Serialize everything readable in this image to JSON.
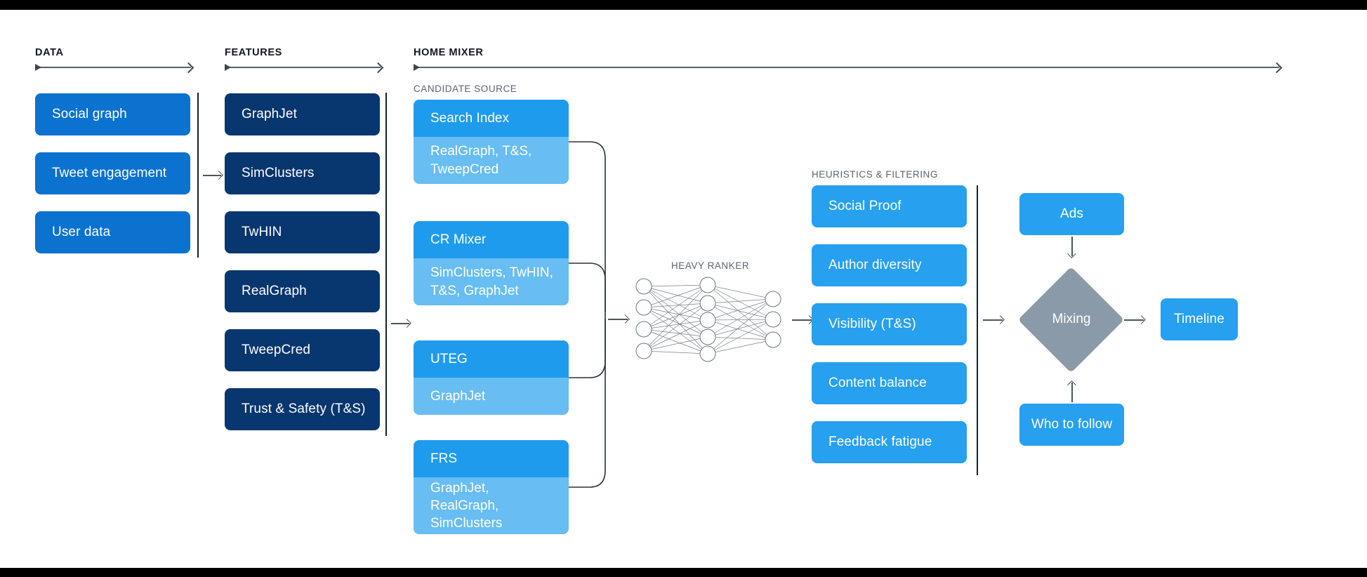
{
  "sections": [
    {
      "key": "data",
      "label": "DATA"
    },
    {
      "key": "features",
      "label": "FEATURES"
    },
    {
      "key": "homemixer",
      "label": "HOME MIXER"
    }
  ],
  "subheads": {
    "candidate_source": "CANDIDATE SOURCE",
    "heavy_ranker": "HEAVY RANKER",
    "heuristics": "HEURISTICS & FILTERING"
  },
  "data_column": {
    "items": [
      {
        "label": "Social graph"
      },
      {
        "label": "Tweet engagement"
      },
      {
        "label": "User data"
      }
    ]
  },
  "features_column": {
    "items": [
      {
        "label": "GraphJet"
      },
      {
        "label": "SimClusters"
      },
      {
        "label": "TwHIN"
      },
      {
        "label": "RealGraph"
      },
      {
        "label": "TweepCred"
      },
      {
        "label": "Trust & Safety (T&S)"
      }
    ]
  },
  "candidate_sources": {
    "items": [
      {
        "title": "Search Index",
        "features": "RealGraph, T&S, TweepCred"
      },
      {
        "title": "CR Mixer",
        "features": "SimClusters, TwHIN, T&S, GraphJet"
      },
      {
        "title": "UTEG",
        "features": "GraphJet"
      },
      {
        "title": "FRS",
        "features": "GraphJet, RealGraph, SimClusters"
      }
    ]
  },
  "heavy_ranker": {
    "label": "HEAVY RANKER",
    "layers": [
      4,
      5,
      3
    ]
  },
  "heuristics_column": {
    "items": [
      {
        "label": "Social Proof"
      },
      {
        "label": "Author diversity"
      },
      {
        "label": "Visibility (T&S)"
      },
      {
        "label": "Content balance"
      },
      {
        "label": "Feedback fatigue"
      }
    ]
  },
  "output_stage": {
    "ads": "Ads",
    "mixing": "Mixing",
    "who_to_follow": "Who to follow",
    "timeline": "Timeline"
  },
  "colors": {
    "data_blue": "#0b72d0",
    "feature_navy": "#08366e",
    "candidate_head": "#1f9bee",
    "candidate_body": "#68bdf2",
    "heuristic_blue": "#26a0ef",
    "mixing_gray": "#8b9aa8",
    "line_gray": "#4d555e",
    "background": "#ffffff"
  }
}
